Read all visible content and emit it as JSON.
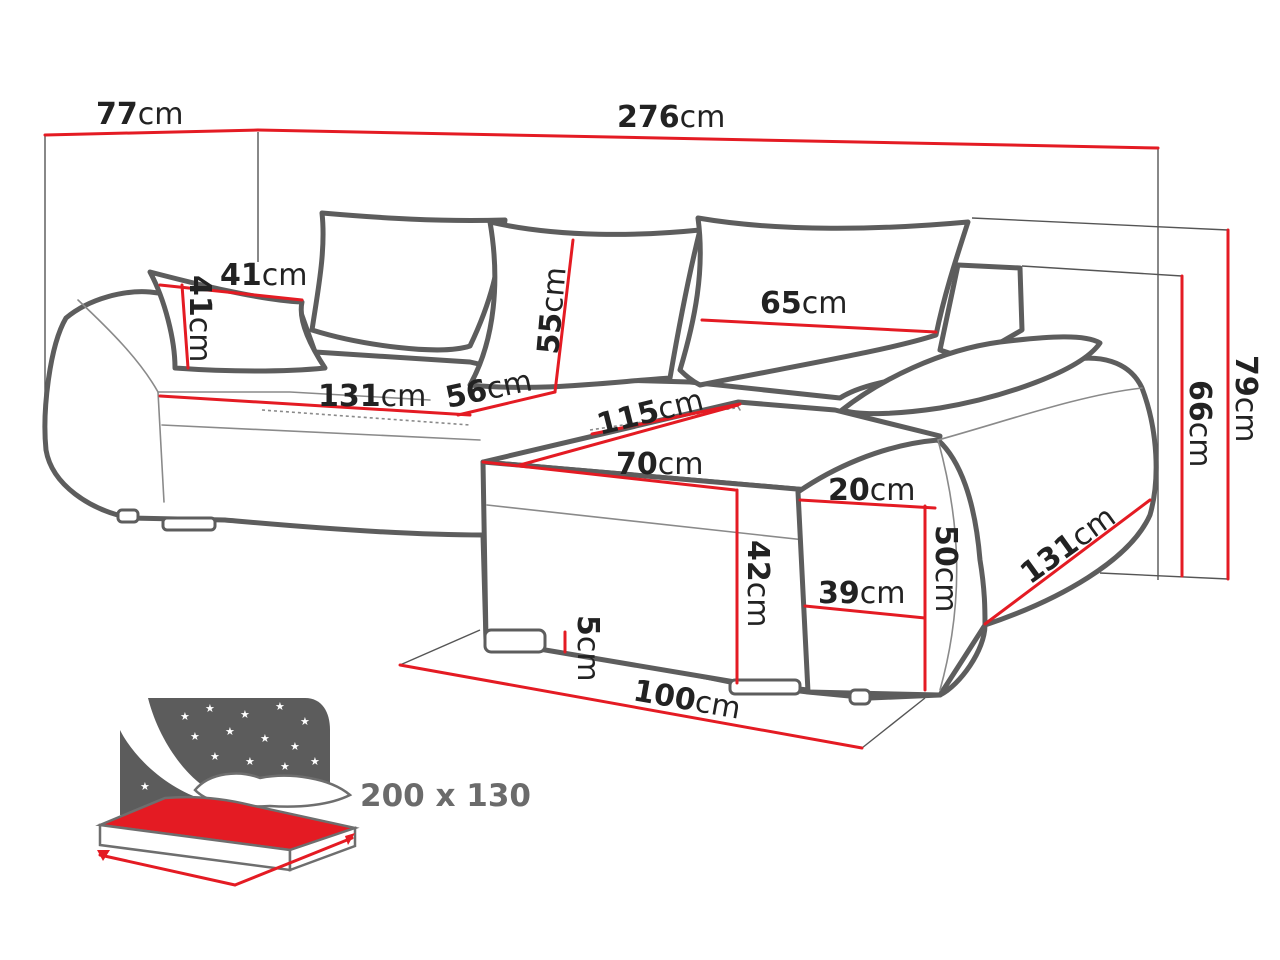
{
  "unit": "cm",
  "dimensions": {
    "overall_depth": "77",
    "overall_length": "276",
    "pillow_width": "41",
    "pillow_height": "41",
    "back_cushion_height": "55",
    "back_cushion_width": "65",
    "seat_width": "131",
    "seat_depth": "56",
    "chaise_length": "115",
    "chaise_width": "70",
    "armrest_width": "20",
    "front_height": "42",
    "back_height_low": "66",
    "back_height_high": "79",
    "armrest_height": "50",
    "armrest_depth": "39",
    "armrest_length": "131",
    "leg_height": "5",
    "chaise_base_length": "100"
  },
  "sleeping_area": {
    "label": "200 x 130"
  },
  "colors": {
    "dimension_line": "#e41b23",
    "outline": "#5d5d5d",
    "mattress": "#e41b23",
    "night_panel": "#5c5c5c"
  }
}
